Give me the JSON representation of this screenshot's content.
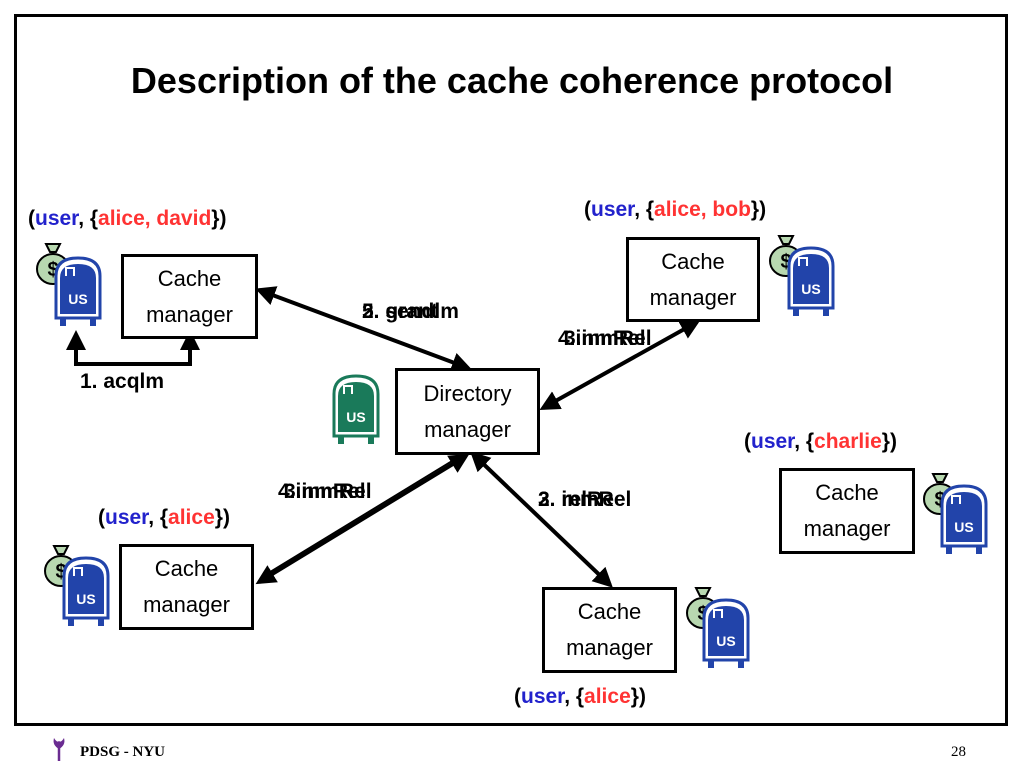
{
  "slide": {
    "title": "Description of the cache coherence protocol",
    "footer_left": "PDSG - NYU",
    "page_number": "28"
  },
  "nodes": {
    "directory": {
      "line1": "Directory",
      "line2": "manager"
    },
    "cache_top_left": {
      "line1": "Cache",
      "line2": "manager"
    },
    "cache_top_right": {
      "line1": "Cache",
      "line2": "manager"
    },
    "cache_mid_right": {
      "line1": "Cache",
      "line2": "manager"
    },
    "cache_bottom_left": {
      "line1": "Cache",
      "line2": "manager"
    },
    "cache_bottom_mid": {
      "line1": "Cache",
      "line2": "manager"
    }
  },
  "tuples": {
    "top_left": {
      "user": "user",
      "names": "alice, david"
    },
    "top_right": {
      "user": "user",
      "names": "alice, bob"
    },
    "mid_right": {
      "user": "user",
      "names": "charlie"
    },
    "bottom_left": {
      "user": "user",
      "names": "alice"
    },
    "bottom_mid": {
      "user": "user",
      "names": "alice"
    }
  },
  "messages": {
    "acq": "1. acqlm",
    "tl_a": "2. sendlm",
    "tl_b": "5. grant",
    "tr_a": "4.inmRel",
    "tr_b": "3.inmRel",
    "bl_a": "4.inmRel",
    "bl_b": "3.inmRel",
    "bm_a": "2. relRe",
    "bm_b": "3. inmRel"
  },
  "colors": {
    "user": "#2222cc",
    "name": "#ff3333",
    "mailbox_blue": "#2244aa",
    "mailbox_green": "#1a7a5a",
    "moneybag_green": "#3a7a3a"
  },
  "icons": {
    "mailbox": "us-mailbox-icon",
    "moneybag": "money-bag-icon",
    "footer": "torch-icon"
  }
}
